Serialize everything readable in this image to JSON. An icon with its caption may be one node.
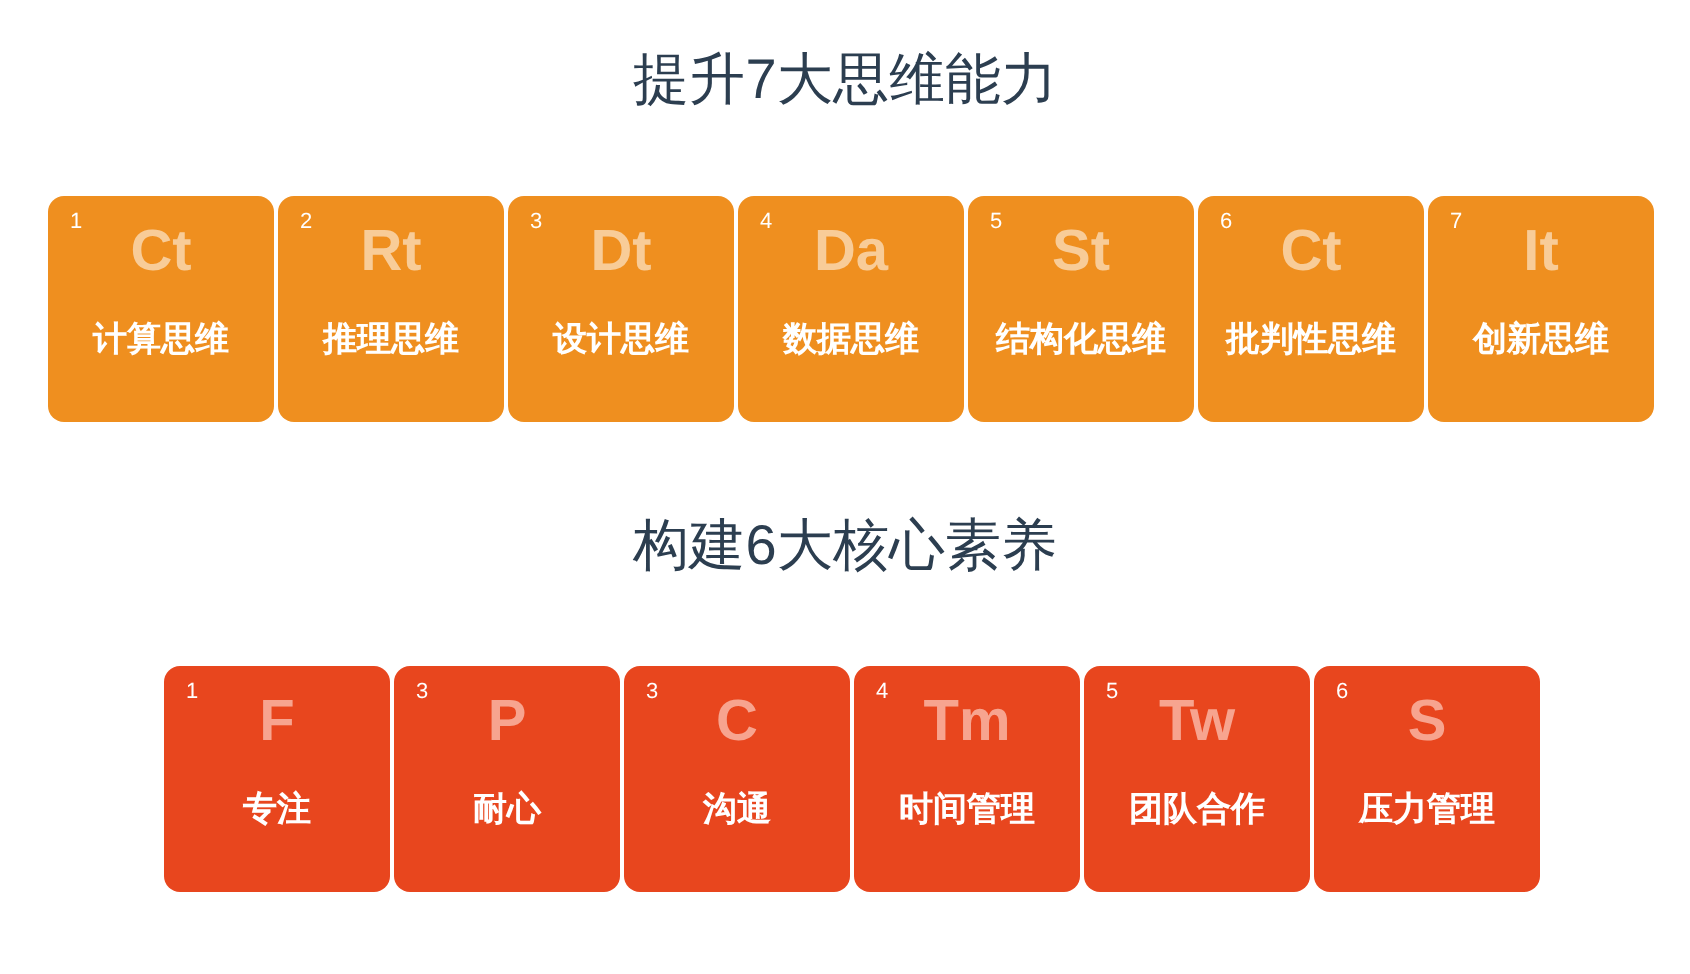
{
  "diagram": {
    "nodes": [
      {
        "text": [
          "1",
          "Ct",
          "计算思维"
        ]
      },
      {
        "text": [
          "2",
          "Rt",
          "推理思维"
        ]
      },
      {
        "text": [
          "3",
          "Dt",
          "设计思维"
        ]
      },
      {
        "text": [
          "4",
          "Da",
          "数据思维"
        ]
      },
      {
        "text": [
          "5",
          "St",
          "结构化思维"
        ]
      },
      {
        "text": [
          "6",
          "Ct",
          "批判性思维"
        ]
      },
      {
        "text": [
          "7",
          "It",
          "创新思维"
        ]
      },
      {
        "text": [
          "1",
          "F",
          "专注"
        ]
      },
      {
        "text": [
          "3",
          "P",
          "耐心"
        ]
      },
      {
        "text": [
          "3",
          "C",
          "沟通"
        ]
      },
      {
        "text": [
          "4",
          "Tm",
          "时间管理"
        ]
      },
      {
        "text": [
          "5",
          "Tw",
          "团队合作"
        ]
      },
      {
        "text": [
          "6",
          "S",
          "压力管理"
        ]
      }
    ],
    "labels": [
      "提升7大思维能力",
      "构建6大核心素养"
    ]
  }
}
